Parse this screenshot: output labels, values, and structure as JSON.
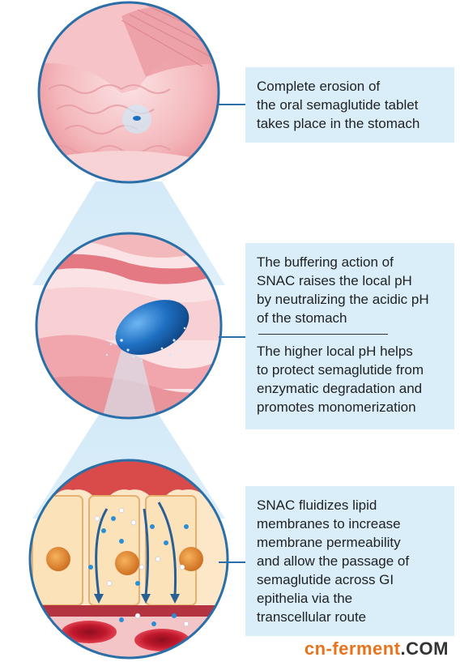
{
  "panels": [
    {
      "lines": [
        "Complete erosion of",
        "the oral semaglutide tablet",
        "takes place in the stomach"
      ]
    },
    {
      "lines_a": [
        "The buffering action of",
        "SNAC raises the local pH",
        "by neutralizing the acidic pH",
        "of the stomach"
      ],
      "lines_b": [
        "The higher local pH helps",
        "to protect semaglutide from",
        "enzymatic degradation and",
        "promotes monomerization"
      ]
    },
    {
      "lines": [
        "SNAC fluidizes lipid",
        "membranes to increase",
        "membrane permeability",
        "and allow the passage of",
        "semaglutide across GI",
        "epithelia via the",
        "transcellular route"
      ]
    }
  ],
  "watermark": {
    "brand": "cn-ferment",
    "tld": ".COM"
  },
  "colors": {
    "callout_bg": "#d9eef8",
    "connector": "#2a6fa8",
    "tablet": "#1e6fc2",
    "tissue": "#f2a3a8",
    "blood": "#c0182c"
  }
}
